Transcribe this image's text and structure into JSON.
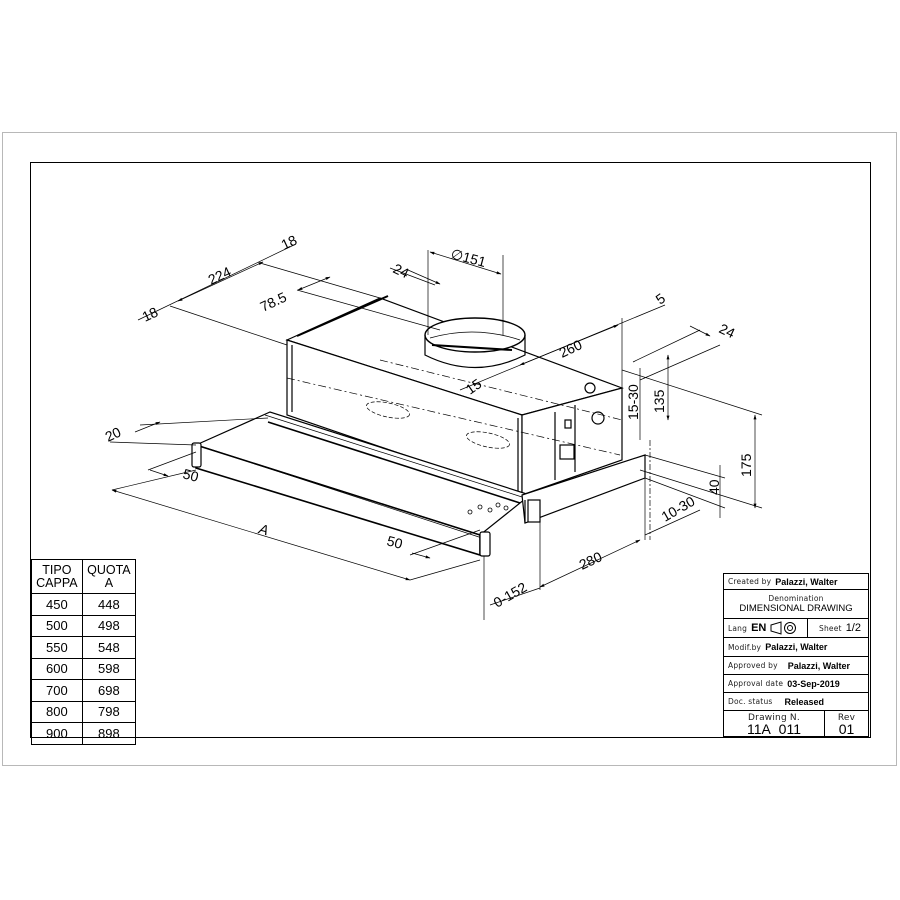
{
  "drawing": {
    "dimensions": {
      "d18_left": "18",
      "d224": "224",
      "d18_top": "18",
      "d78_5": "78.5",
      "d24_top": "24",
      "d_phi151": "∅151",
      "d5": "5",
      "d260": "260",
      "d24_right": "24",
      "d15": "15",
      "d15_30": "15-30",
      "d135": "135",
      "d175": "175",
      "d40": "40",
      "d20": "20",
      "d50_left": "50",
      "dA": "A",
      "d50_right": "50",
      "d10_30": "10-30",
      "d280": "280",
      "d0_152": "0-152"
    }
  },
  "type_table": {
    "headers": [
      "TIPO\nCAPPA",
      "QUOTA\nA"
    ],
    "header_col1_line1": "TIPO",
    "header_col1_line2": "CAPPA",
    "header_col2_line1": "QUOTA",
    "header_col2_line2": "A",
    "rows": [
      {
        "tipo": "450",
        "quota": "448"
      },
      {
        "tipo": "500",
        "quota": "498"
      },
      {
        "tipo": "550",
        "quota": "548"
      },
      {
        "tipo": "600",
        "quota": "598"
      },
      {
        "tipo": "700",
        "quota": "698"
      },
      {
        "tipo": "800",
        "quota": "798"
      },
      {
        "tipo": "900",
        "quota": "898"
      }
    ]
  },
  "title_block": {
    "created_by_label": "Created by",
    "created_by": "Palazzi, Walter",
    "denomination_label": "Denomination",
    "denomination": "DIMENSIONAL DRAWING",
    "lang_label": "Lang",
    "lang": "EN",
    "sheet_label": "Sheet",
    "sheet": "1/2",
    "modif_label": "Modif.by",
    "modif_by": "Palazzi, Walter",
    "approved_label": "Approved by",
    "approved_by": "Palazzi, Walter",
    "approval_date_label": "Approval date",
    "approval_date": "03-Sep-2019",
    "doc_status_label": "Doc. status",
    "doc_status": "Released",
    "drawing_n_label": "Drawing N.",
    "drawing_n": "11A_011",
    "rev_label": "Rev",
    "rev": "01"
  }
}
